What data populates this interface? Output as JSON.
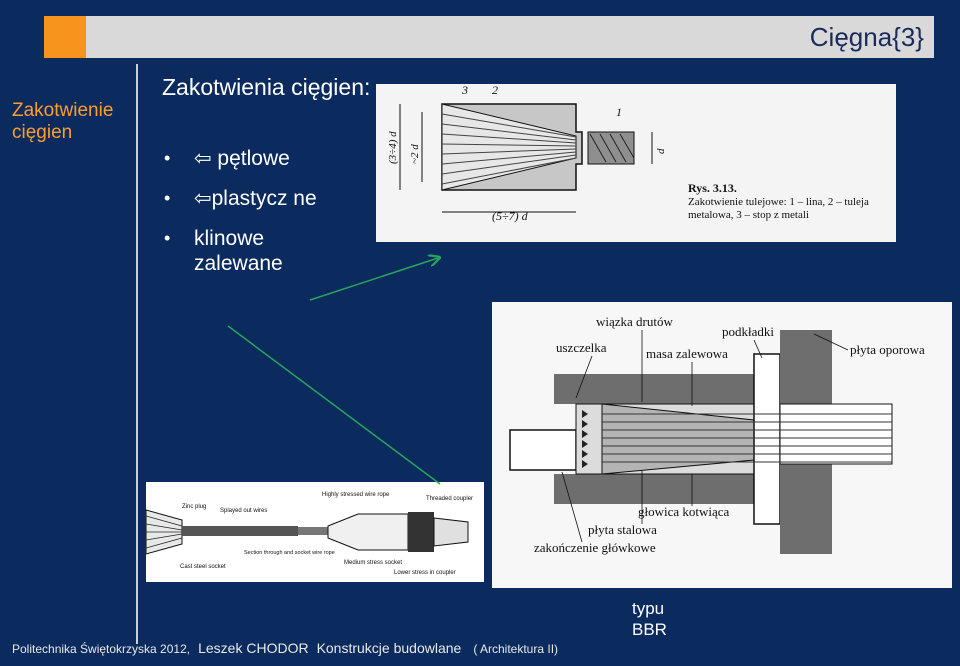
{
  "header": {
    "title": "Cięgna{3}"
  },
  "sidebar": {
    "title": "Zakotwienie cięgien"
  },
  "main": {
    "heading": "Zakotwienia cięgien:",
    "bullets": [
      "⇦ pętlowe",
      "⇦plastycz ne",
      "klinowe zalewane"
    ]
  },
  "figure1": {
    "caption_title": "Rys. 3.13.",
    "caption": "Zakotwienie tulejowe: 1 – lina, 2 – tuleja metalowa, 3 – stop z metali",
    "dim_left": "(3÷4) d",
    "dim_mid": "~2 d",
    "dim_bottom": "(5÷7) d",
    "dim_right": "d",
    "label_1": "1",
    "label_2": "2",
    "label_3": "3"
  },
  "figure2": {
    "labels": [
      "wiązka drutów",
      "podkładki",
      "uszczelka",
      "masa zalewowa",
      "płyta oporowa",
      "głowica kotwiąca",
      "płyta stalowa",
      "zakończenie główkowe"
    ]
  },
  "figure3": {
    "labels": [
      "Zinc plug",
      "Splayed out wires",
      "Highly stressed wire rope",
      "Threaded coupler",
      "Section through and socket wire rope",
      "Medium stress socket",
      "Lower stress in coupler",
      "Cast steel socket"
    ]
  },
  "note": "typu BBR",
  "footer": {
    "university": "Politechnika Świętokrzyska 2012,",
    "author": "Leszek CHODOR",
    "course": "Konstrukcje budowlane",
    "program": "( Architektura II)"
  }
}
